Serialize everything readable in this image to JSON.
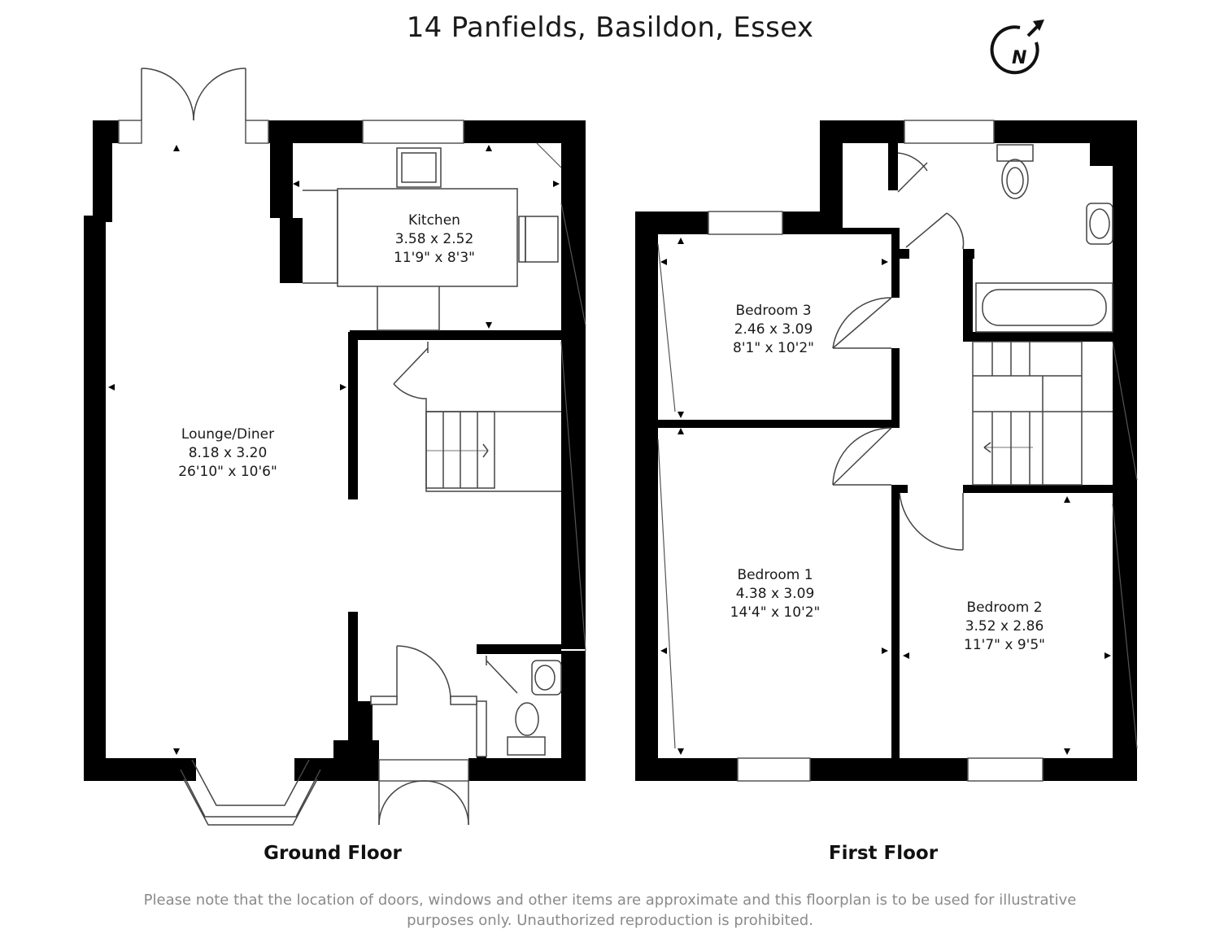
{
  "title": "14 Panfields, Basildon, Essex",
  "compass": {
    "letter": "N",
    "icon": "north-arrow-icon"
  },
  "floors": [
    {
      "name": "Ground Floor",
      "rooms": [
        {
          "name": "Kitchen",
          "metric": "3.58 x 2.52",
          "imperial": "11'9\" x 8'3\""
        },
        {
          "name": "Lounge/Diner",
          "metric": "8.18 x 3.20",
          "imperial": "26'10\" x 10'6\""
        }
      ]
    },
    {
      "name": "First Floor",
      "rooms": [
        {
          "name": "Bedroom 3",
          "metric": "2.46 x 3.09",
          "imperial": "8'1\" x 10'2\""
        },
        {
          "name": "Bedroom 1",
          "metric": "4.38 x 3.09",
          "imperial": "14'4\" x 10'2\""
        },
        {
          "name": "Bedroom 2",
          "metric": "3.52 x 2.86",
          "imperial": "11'7\" x 9'5\""
        }
      ]
    }
  ],
  "disclaimer": "Please note that the location of doors, windows and other items are approximate and this floorplan is to be used for illustrative purposes only. Unauthorized reproduction is prohibited.",
  "colors": {
    "wall": "#000000",
    "line": "#555555",
    "disclaimer_text": "#8a8a8a"
  }
}
